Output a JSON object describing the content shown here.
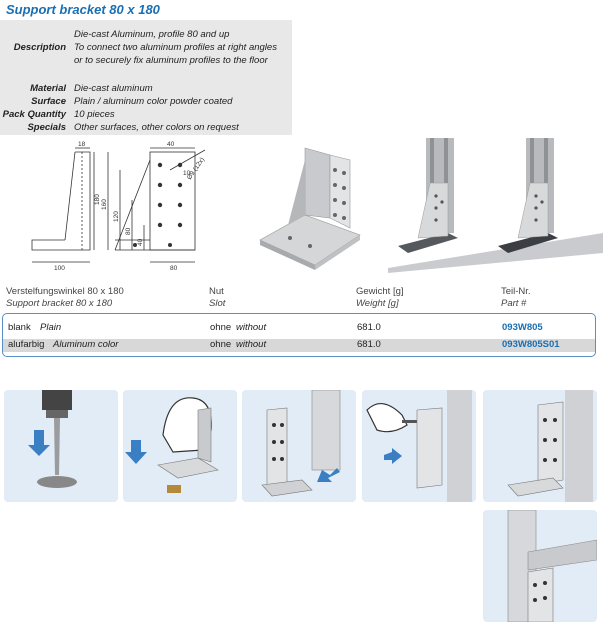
{
  "title": "Support bracket 80 x 180",
  "info": {
    "intro": "Die-cast Aluminum, profile 80 and up",
    "description_label": "Description",
    "description_lines": [
      "To connect two aluminum profiles at right angles",
      "or to securely fix aluminum profiles to the floor"
    ],
    "material_label": "Material",
    "material": "Die-cast aluminum",
    "surface_label": "Surface",
    "surface": "Plain / aluminum color powder coated",
    "pack_label": "Pack Quantity",
    "pack": "10 pieces",
    "specials_label": "Specials",
    "specials": "Other surfaces, other colors on request"
  },
  "drawing": {
    "dims": [
      "18",
      "180",
      "100",
      "40",
      "10",
      "160",
      "120",
      "80",
      "40",
      "80",
      "Ø9 (12x)"
    ]
  },
  "table": {
    "headers": {
      "name_de": "Verstelfungswinkel 80 x 180",
      "name_en": "Support bracket 80 x 180",
      "nut_de": "Nut",
      "nut_en": "Slot",
      "weight_de": "Gewicht [g]",
      "weight_en": "Weight [g]",
      "part_de": "Teil-Nr.",
      "part_en": "Part #"
    },
    "rows": [
      {
        "name_de": "blank",
        "name_en": "Plain",
        "slot_de": "ohne",
        "slot_en": "without",
        "weight": "681.0",
        "part": "093W805"
      },
      {
        "name_de": "alufarbig",
        "name_en": "Aluminum color",
        "slot_de": "ohne",
        "slot_en": "without",
        "weight": "681.0",
        "part": "093W805S01"
      }
    ]
  },
  "colors": {
    "accent": "#1a6fb3",
    "panel": "#e8e8e8",
    "figure_bg": "#e1ecf6",
    "arrow": "#3a7fc4"
  }
}
